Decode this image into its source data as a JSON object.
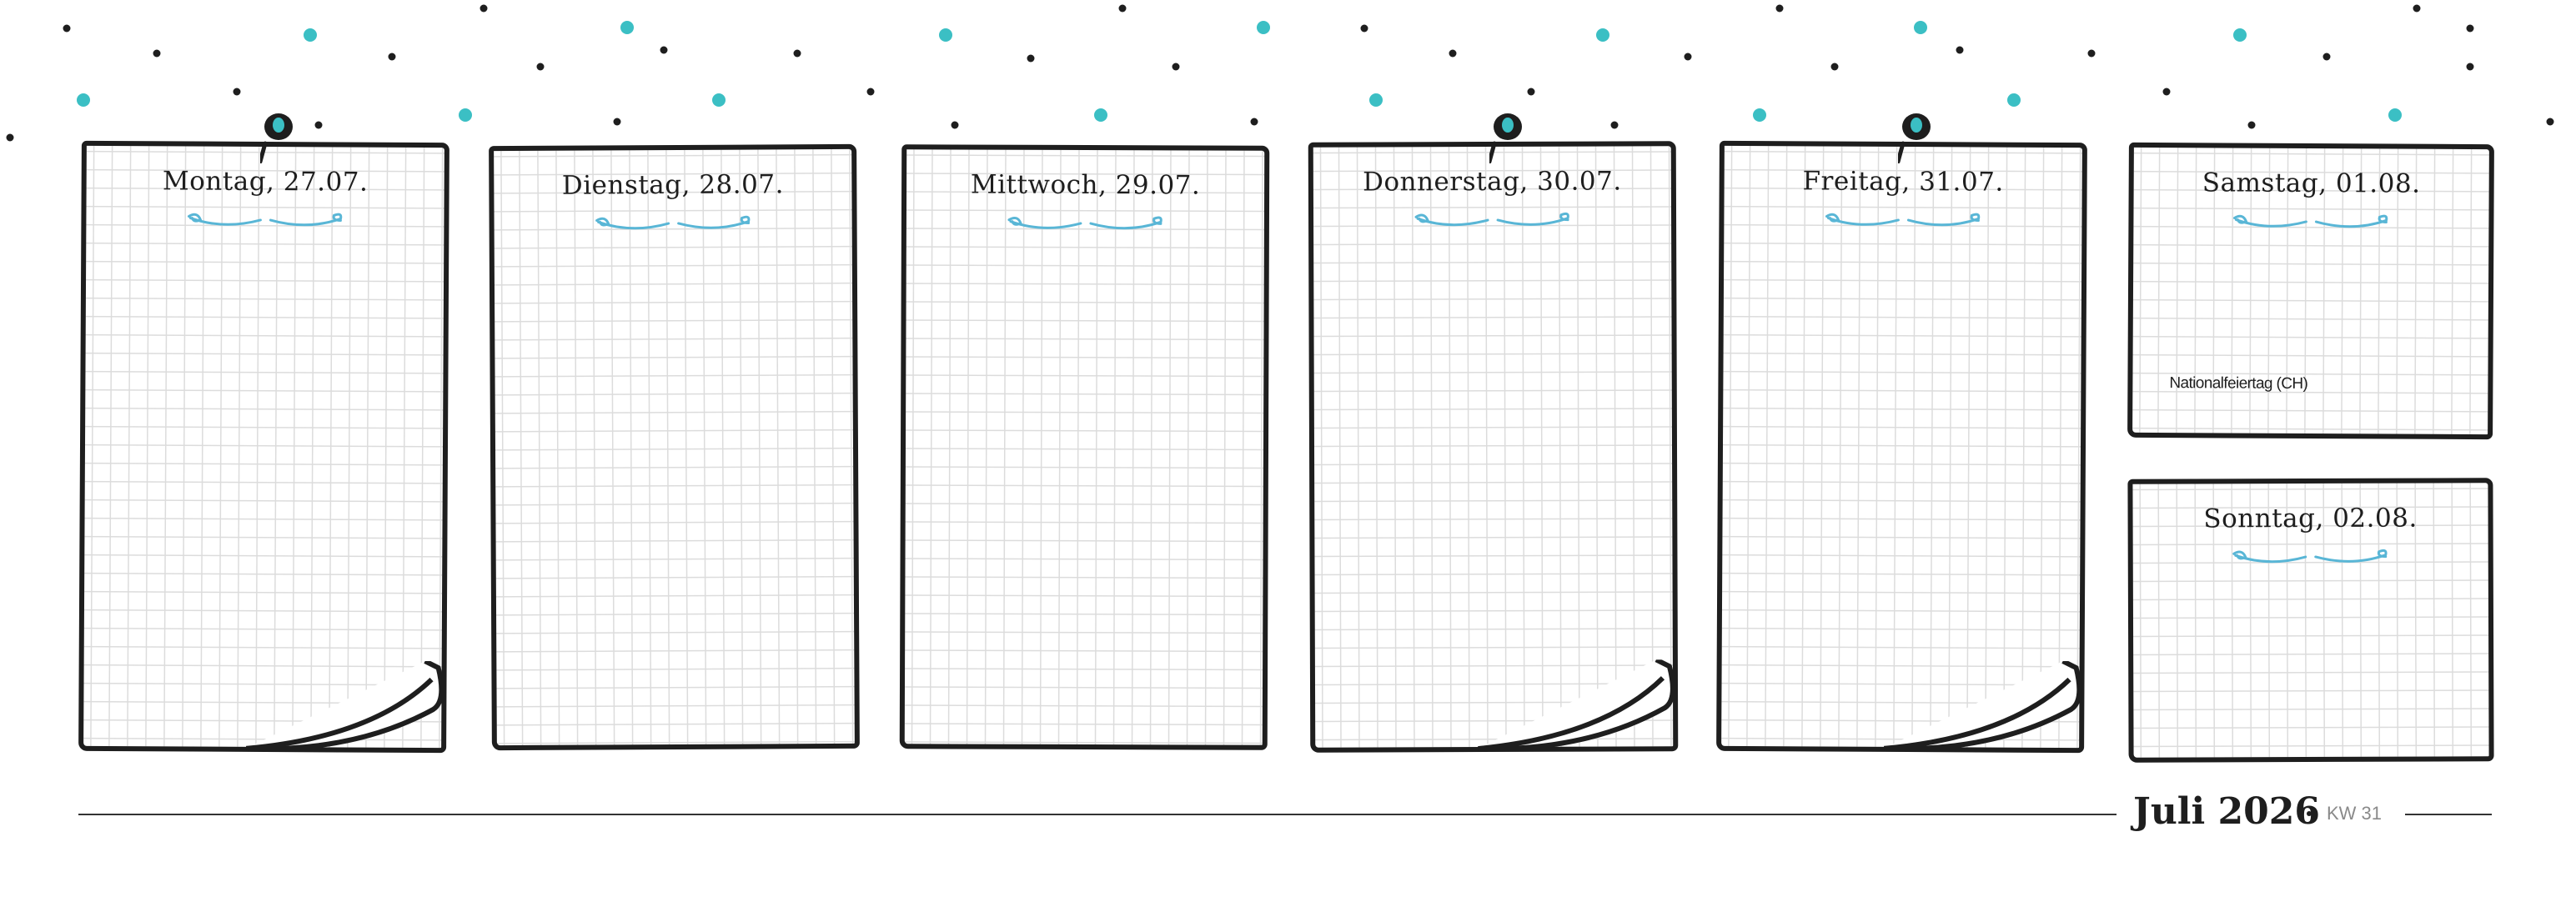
{
  "colors": {
    "ink": "#1e1e1e",
    "accent": "#3bbfc4",
    "swash": "#59b6d6",
    "grid": "#dcdcdc"
  },
  "days": [
    {
      "label": "Montag, 27.07.",
      "note": ""
    },
    {
      "label": "Dienstag, 28.07.",
      "note": ""
    },
    {
      "label": "Mittwoch, 29.07.",
      "note": ""
    },
    {
      "label": "Donnerstag, 30.07.",
      "note": ""
    },
    {
      "label": "Freitag, 31.07.",
      "note": ""
    },
    {
      "label": "Samstag, 01.08.",
      "note": "Nationalfeiertag (CH)"
    },
    {
      "label": "Sonntag, 02.08.",
      "note": ""
    }
  ],
  "footer": {
    "month": "Juli 2026",
    "week": "KW 31"
  },
  "icons": [
    "pushpin-icon",
    "curled-corner-icon",
    "swash-ornament-icon",
    "confetti-dots"
  ]
}
